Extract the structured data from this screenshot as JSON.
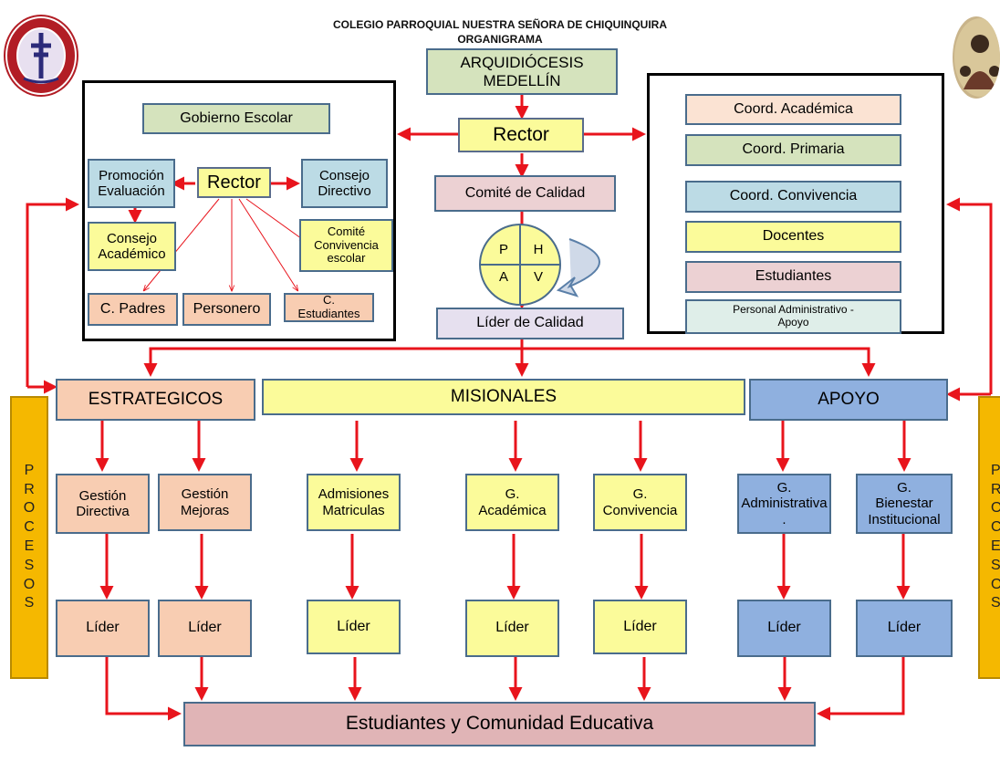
{
  "header": {
    "school_name": "COLEGIO PARROQUIAL NUESTRA SEÑORA DE CHIQUINQUIRA",
    "doc_title": "ORGANIGRAMA"
  },
  "top": {
    "arquidiocesis": "ARQUIDIÓCESIS\nMEDELLÍN",
    "rector": "Rector",
    "comite_calidad": "Comité de Calidad",
    "phva": [
      "P",
      "H",
      "A",
      "V"
    ],
    "lider_calidad": "Líder de Calidad"
  },
  "left_panel": {
    "gobierno": "Gobierno Escolar",
    "promocion": "Promoción\nEvaluación",
    "rector": "Rector",
    "consejo_directivo": "Consejo\nDirectivo",
    "consejo_academico": "Consejo\nAcadémico",
    "comite_convivencia": "Comité\nConvivencia\nescolar",
    "padres": "C. Padres",
    "personero": "Personero",
    "estudiantes": "C.\nEstudiantes"
  },
  "right_panel": {
    "items": [
      "Coord. Académica",
      "Coord. Primaria",
      "Coord. Convivencia",
      "Docentes",
      "Estudiantes",
      "Personal Administrativo -\nApoyo"
    ]
  },
  "procesos": {
    "estrategicos": "ESTRATEGICOS",
    "misionales": "MISIONALES",
    "apoyo": "APOYO",
    "side_left": [
      "P",
      "R",
      "O",
      "C",
      "E",
      "S",
      "O",
      "S"
    ],
    "side_right": [
      "P",
      "R",
      "O",
      "C",
      "E",
      "S",
      "O",
      "S"
    ]
  },
  "gestiones": [
    "Gestión\nDirectiva",
    "Gestión\nMejoras",
    "Admisiones\nMatriculas",
    "G.\nAcadémica",
    "G.\nConvivencia",
    "G.\nAdministrativa\n.",
    "G.\nBienestar\nInstitucional"
  ],
  "lider_label": "Líder",
  "footer": "Estudiantes y Comunidad Educativa",
  "colors": {
    "arrow": "#e8141c",
    "estrategicos": "#f8cdb2",
    "misionales": "#fbfb9a",
    "apoyo": "#8fb0df",
    "side_bars": "#f5b800"
  }
}
